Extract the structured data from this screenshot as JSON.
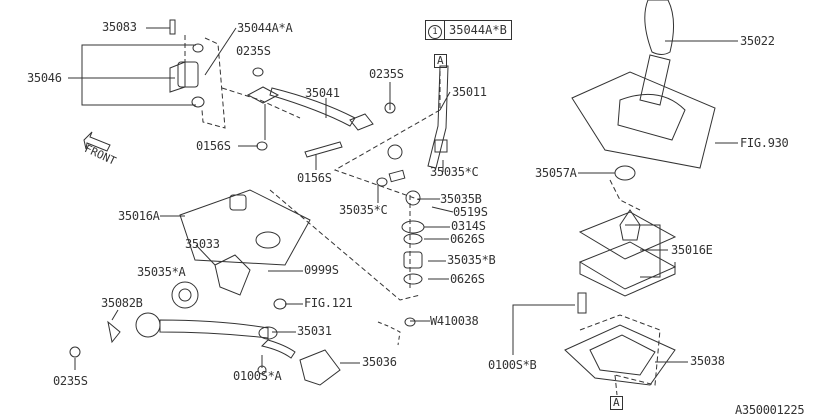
{
  "legend": {
    "number": "1",
    "code": "35044A*B"
  },
  "front_label": "FRONT",
  "ref_marker": "A",
  "diagram_id": "A350001225",
  "labels": {
    "p35083": "35083",
    "p35044AA": "35044A*A",
    "p0235S_a": "0235S",
    "p35046": "35046",
    "p35041": "35041",
    "p0235S_b": "0235S",
    "p35011": "35011",
    "p35022": "35022",
    "fig930": "FIG.930",
    "p0156S_a": "0156S",
    "p0156S_b": "0156S",
    "p35035C_a": "35035*C",
    "p35035B": "35035B",
    "p0519S": "0519S",
    "p35035C_b": "35035*C",
    "p35057A": "35057A",
    "p35016A": "35016A",
    "p35033": "35033",
    "p0314S": "0314S",
    "p0626S_a": "0626S",
    "p0999S": "0999S",
    "p35035SB": "35035*B",
    "p0626S_b": "0626S",
    "p35016E": "35016E",
    "p35035A": "35035*A",
    "fig121": "FIG.121",
    "p35082B": "35082B",
    "p35031": "35031",
    "w410038": "W410038",
    "p0100SB": "0100S*B",
    "p35036": "35036",
    "p35038": "35038",
    "p0235S_c": "0235S",
    "p0100SA": "0100S*A"
  }
}
